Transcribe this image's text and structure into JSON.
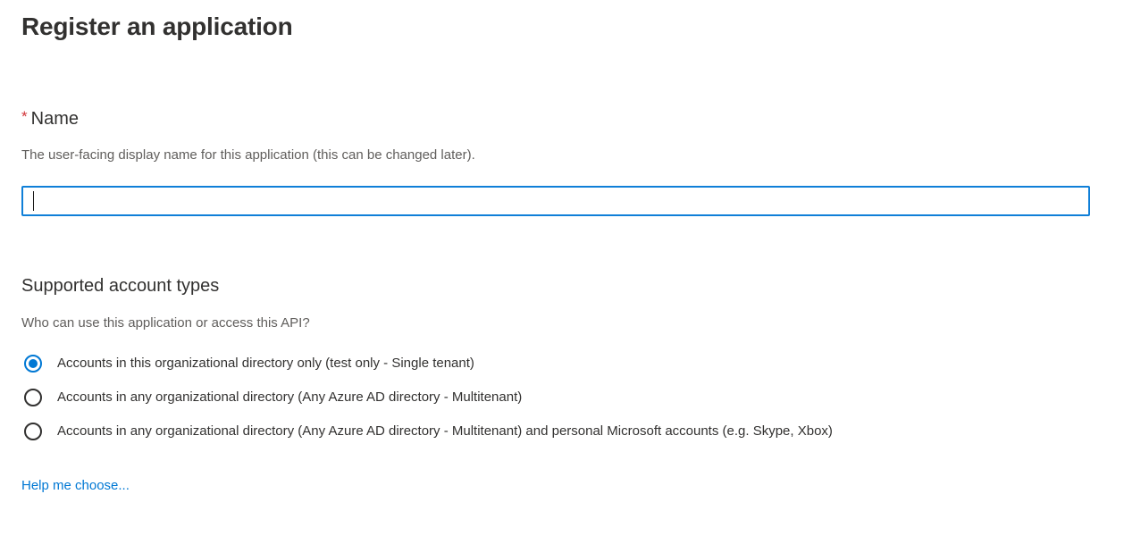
{
  "page": {
    "title": "Register an application"
  },
  "name_field": {
    "required_marker": "*",
    "label": "Name",
    "description": "The user-facing display name for this application (this can be changed later).",
    "value": "",
    "placeholder": ""
  },
  "account_types": {
    "heading": "Supported account types",
    "question": "Who can use this application or access this API?",
    "options": [
      {
        "label": "Accounts in this organizational directory only (test only - Single tenant)",
        "selected": true
      },
      {
        "label": "Accounts in any organizational directory (Any Azure AD directory - Multitenant)",
        "selected": false
      },
      {
        "label": "Accounts in any organizational directory (Any Azure AD directory - Multitenant) and personal Microsoft accounts (e.g. Skype, Xbox)",
        "selected": false
      }
    ],
    "help_link_label": "Help me choose..."
  },
  "colors": {
    "accent_blue": "#0078d4",
    "input_focus_border": "#0f7fd8",
    "required_red": "#d13438",
    "heading_text": "#323130",
    "secondary_text": "#605e5c"
  }
}
